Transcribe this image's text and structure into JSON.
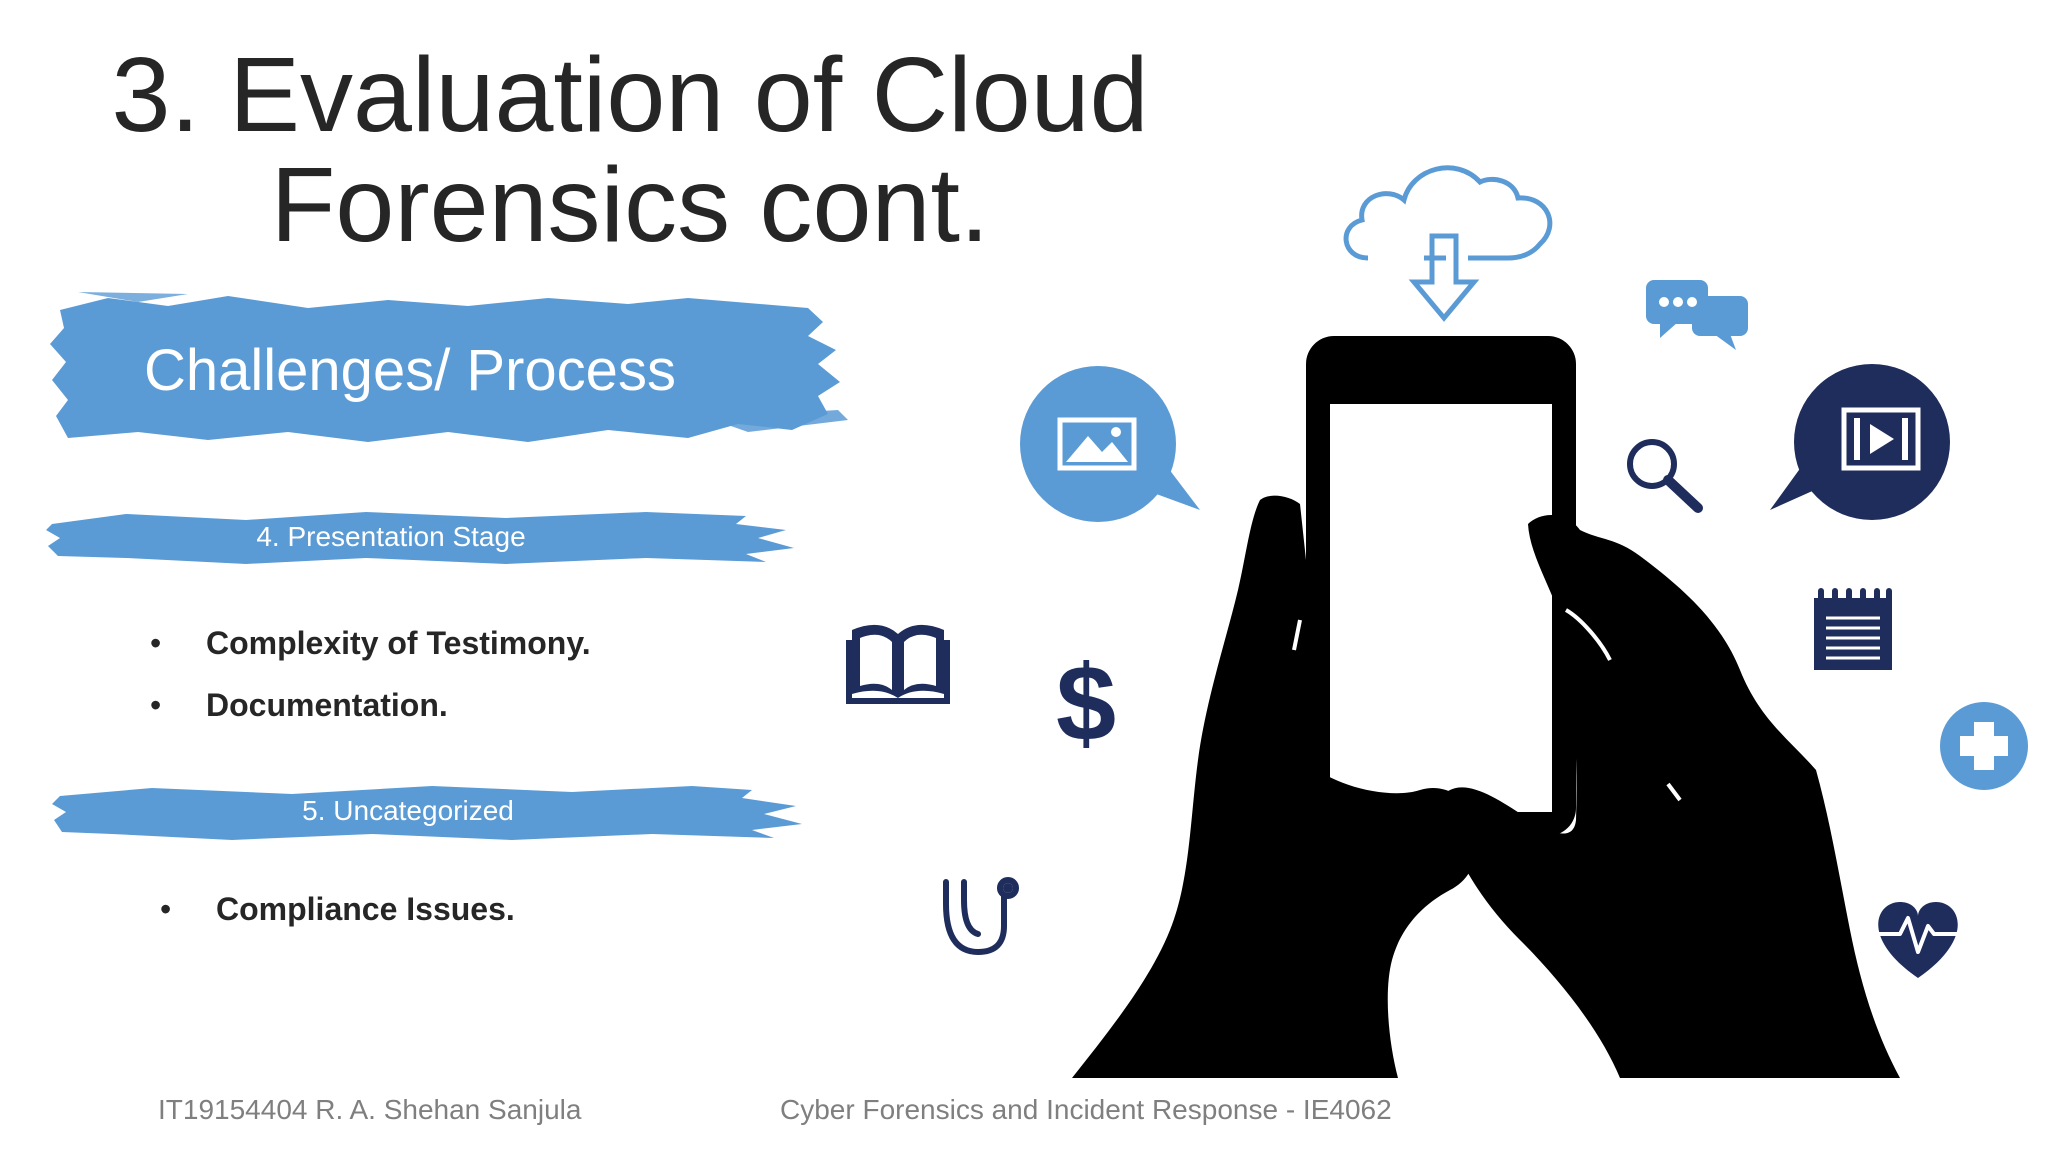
{
  "slide": {
    "title_line1": "3. Evaluation of Cloud",
    "title_line2": "Forensics cont.",
    "banner_main": "Challenges/ Process",
    "stage4": {
      "label": "4. Presentation Stage",
      "bullets": [
        "Complexity of Testimony.",
        "Documentation."
      ]
    },
    "stage5": {
      "label": "5. Uncategorized",
      "bullets": [
        "Compliance Issues."
      ]
    },
    "footer_left": "IT19154404 R. A. Shehan Sanjula",
    "footer_center": "Cyber Forensics and Incident Response - IE4062"
  },
  "colors": {
    "brush_blue": "#5b9bd5",
    "icon_light_blue": "#5b9bd5",
    "icon_navy": "#1f2d5c",
    "title_text": "#262626",
    "footer_text": "#7f7f7f",
    "silhouette": "#000000"
  },
  "icons": [
    "cloud-download-icon",
    "chat-bubbles-icon",
    "image-bubble-icon",
    "video-bubble-icon",
    "magnifier-icon",
    "notepad-icon",
    "open-book-icon",
    "dollar-icon",
    "plus-circle-icon",
    "stethoscope-icon",
    "heart-pulse-icon"
  ]
}
